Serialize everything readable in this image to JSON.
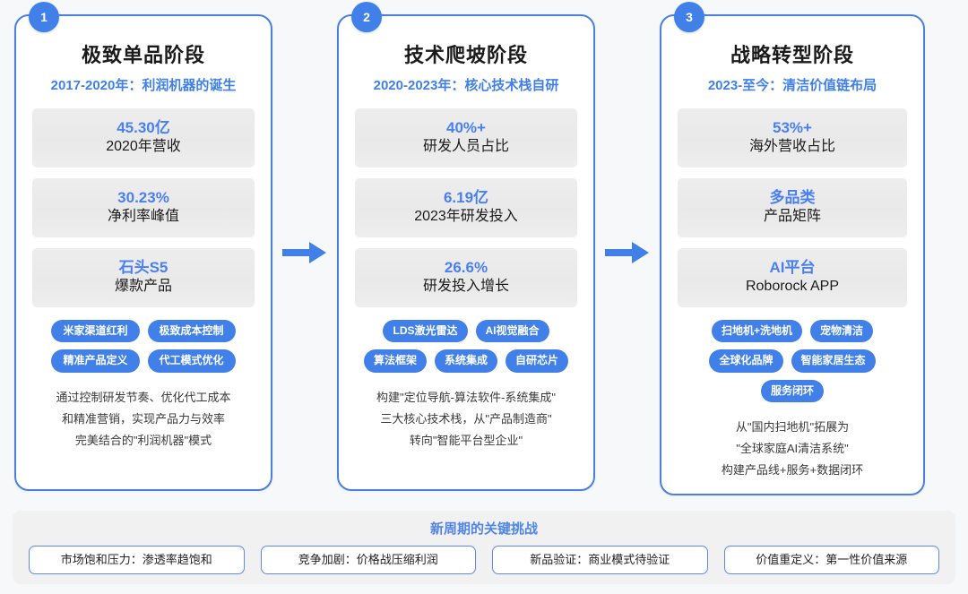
{
  "colors": {
    "accent_blue": "#4080e8",
    "card_border": "#4a7fe0",
    "metric_value": "#4a7ff0",
    "page_bg": "#f7f8fa",
    "panel_bg": "#f1f1f2",
    "tag_bg": "#4080e8"
  },
  "stages": [
    {
      "number": "1",
      "title": "极致单品阶段",
      "subtitle": "2017-2020年：利润机器的诞生",
      "metrics": [
        {
          "value": "45.30亿",
          "label": "2020年营收"
        },
        {
          "value": "30.23%",
          "label": "净利率峰值"
        },
        {
          "value": "石头S5",
          "label": "爆款产品"
        }
      ],
      "tags": [
        "米家渠道红利",
        "极致成本控制",
        "精准产品定义",
        "代工模式优化"
      ],
      "description": [
        "通过控制研发节奏、优化代工成本",
        "和精准营销，实现产品力与效率",
        "完美结合的\"利润机器\"模式"
      ]
    },
    {
      "number": "2",
      "title": "技术爬坡阶段",
      "subtitle": "2020-2023年：核心技术栈自研",
      "metrics": [
        {
          "value": "40%+",
          "label": "研发人员占比"
        },
        {
          "value": "6.19亿",
          "label": "2023年研发投入"
        },
        {
          "value": "26.6%",
          "label": "研发投入增长"
        }
      ],
      "tags": [
        "LDS激光雷达",
        "AI视觉融合",
        "算法框架",
        "系统集成",
        "自研芯片"
      ],
      "description": [
        "构建\"定位导航-算法软件-系统集成\"",
        "三大核心技术栈，从\"产品制造商\"",
        "转向\"智能平台型企业\""
      ]
    },
    {
      "number": "3",
      "title": "战略转型阶段",
      "subtitle": "2023-至今：清洁价值链布局",
      "metrics": [
        {
          "value": "53%+",
          "label": "海外营收占比"
        },
        {
          "value": "多品类",
          "label": "产品矩阵"
        },
        {
          "value": "AI平台",
          "label": "Roborock APP"
        }
      ],
      "tags": [
        "扫地机+洗地机",
        "宠物清洁",
        "全球化品牌",
        "智能家居生态",
        "服务闭环"
      ],
      "description": [
        "从\"国内扫地机\"拓展为",
        "\"全球家庭AI清洁系统\"",
        "构建产品线+服务+数据闭环"
      ]
    }
  ],
  "arrows": [
    "arrow-right-icon",
    "arrow-right-icon"
  ],
  "bottom": {
    "title": "新周期的关键挑战",
    "challenges": [
      "市场饱和压力：渗透率趋饱和",
      "竞争加剧：价格战压缩利润",
      "新品验证：商业模式待验证",
      "价值重定义：第一性价值来源"
    ]
  }
}
